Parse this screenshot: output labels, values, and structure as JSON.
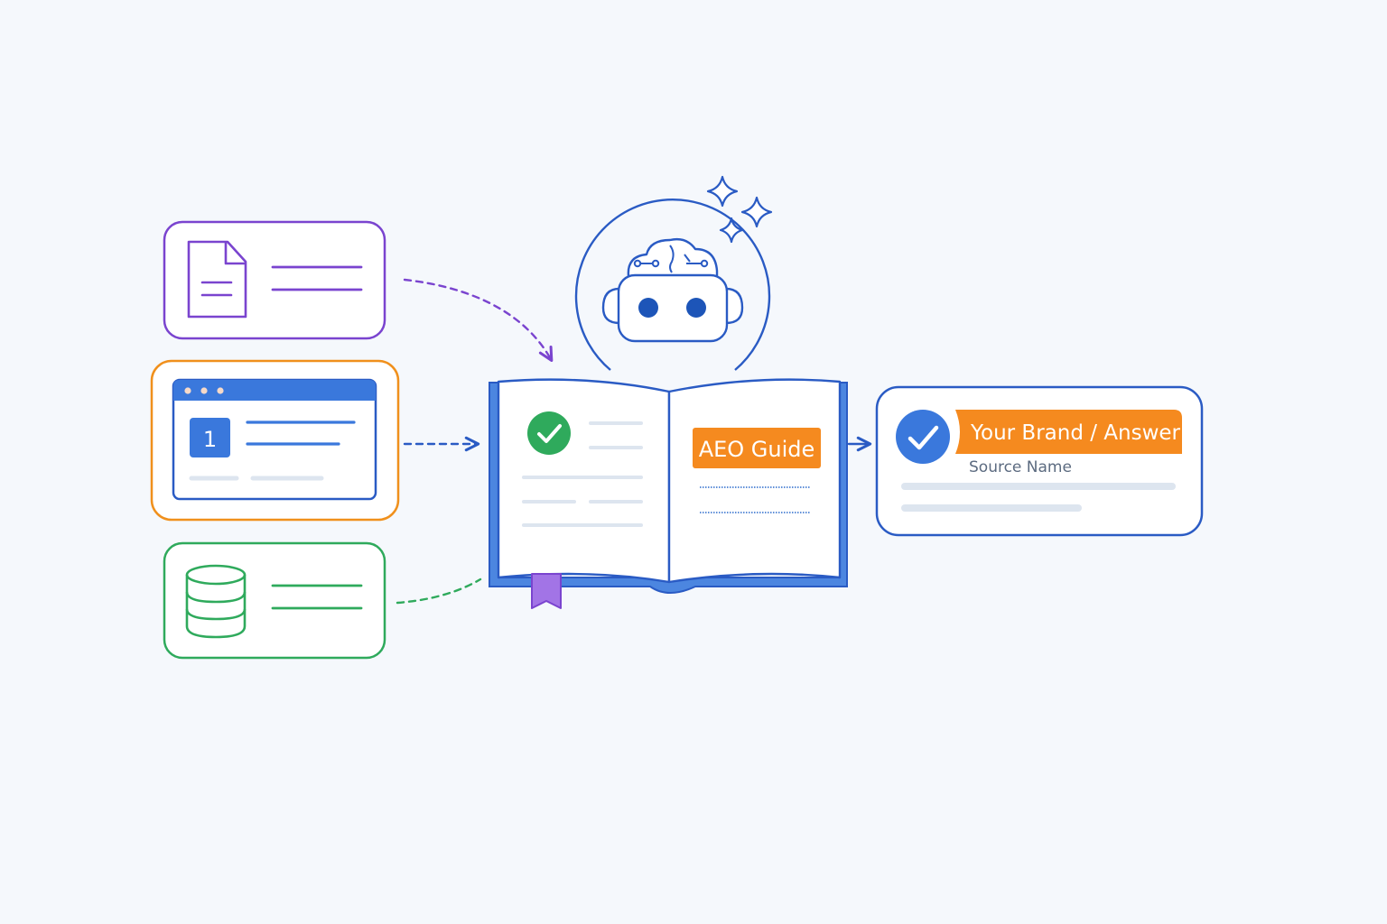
{
  "diagram": {
    "page_number": "1",
    "guide_label": "AEO Guide",
    "answer_title": "Your Brand / Answer",
    "answer_source": "Source Name"
  },
  "icons": {
    "document": "document-icon",
    "browser": "browser-window-icon",
    "database": "database-icon",
    "robot": "robot-icon",
    "brain": "brain-icon",
    "sparkles": "sparkle-icon",
    "check": "checkmark-icon",
    "bookmark": "bookmark-icon"
  },
  "colors": {
    "background": "#f5f8fc",
    "purple": "#7a44cf",
    "orange": "#f0901c",
    "green": "#2faa5c",
    "blue": "#2a5bc4",
    "accent_blue": "#3a78dc",
    "label_orange": "#f58a1f",
    "placeholder": "#dde5ef"
  }
}
